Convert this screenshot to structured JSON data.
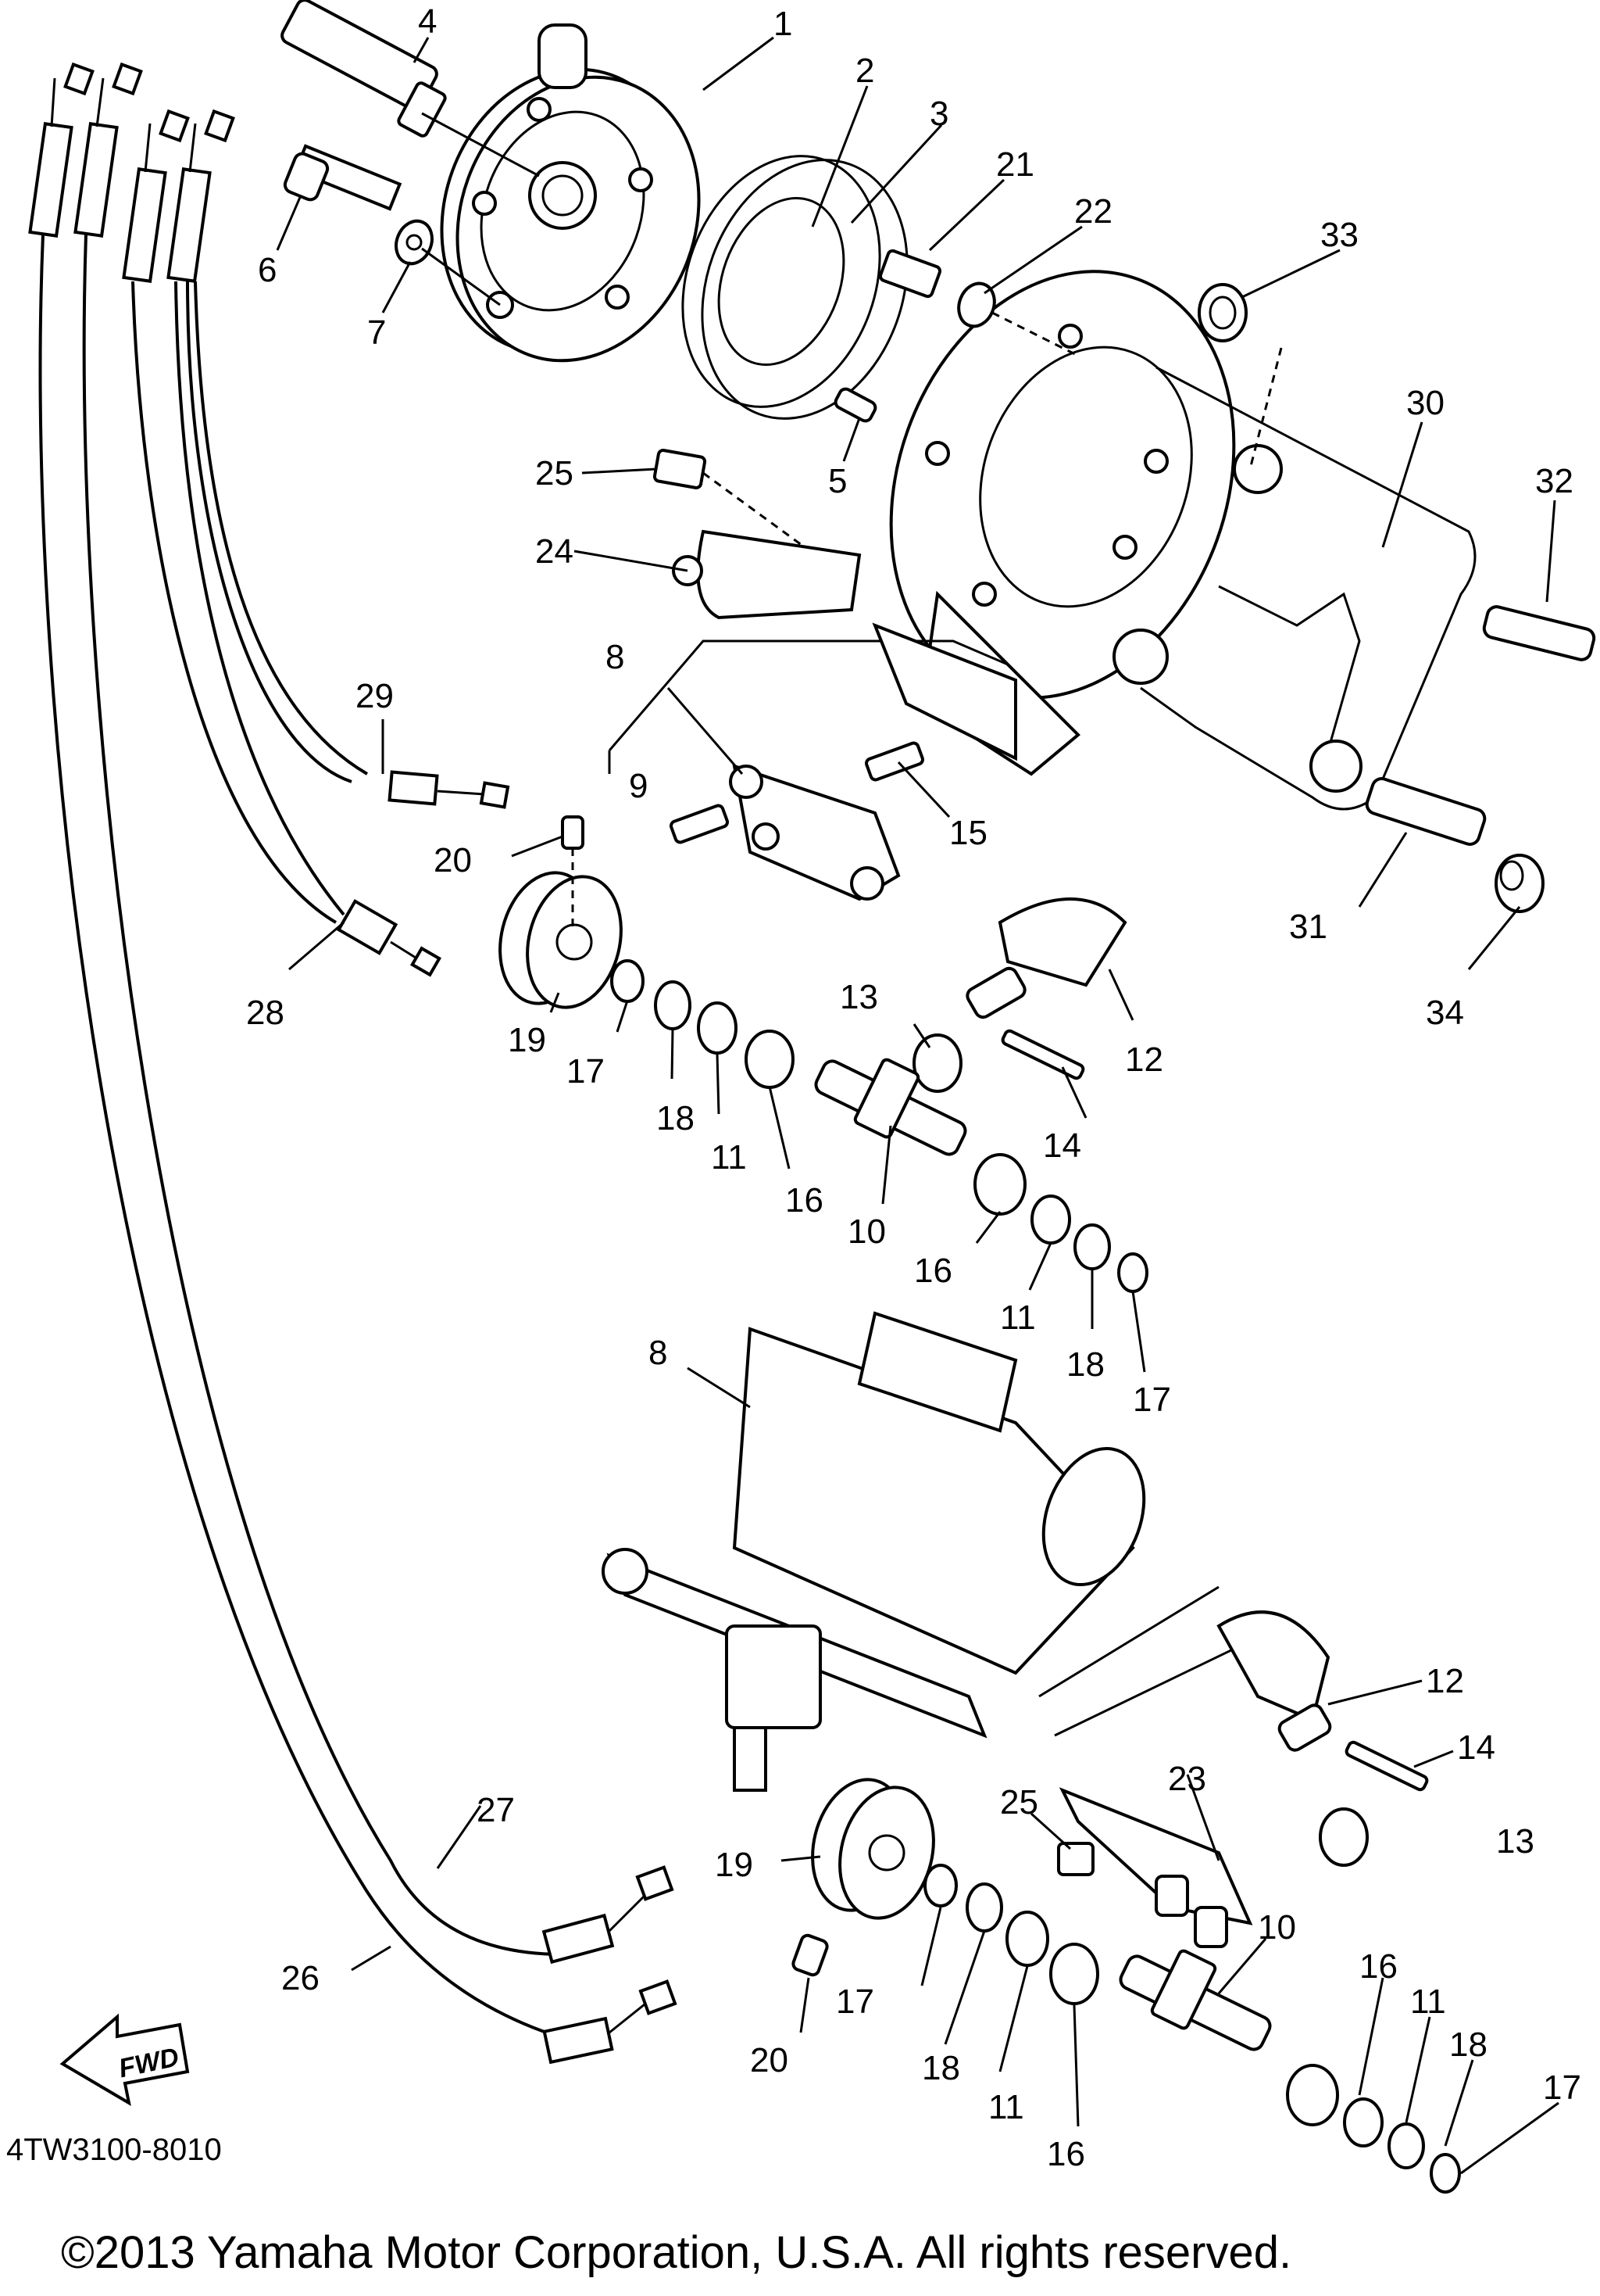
{
  "callouts": [
    {
      "n": "1"
    },
    {
      "n": "2"
    },
    {
      "n": "3"
    },
    {
      "n": "4"
    },
    {
      "n": "21"
    },
    {
      "n": "22"
    },
    {
      "n": "33"
    },
    {
      "n": "6"
    },
    {
      "n": "7"
    },
    {
      "n": "30"
    },
    {
      "n": "32"
    },
    {
      "n": "5"
    },
    {
      "n": "25"
    },
    {
      "n": "24"
    },
    {
      "n": "8"
    },
    {
      "n": "9"
    },
    {
      "n": "15"
    },
    {
      "n": "29"
    },
    {
      "n": "20"
    },
    {
      "n": "31"
    },
    {
      "n": "34"
    },
    {
      "n": "28"
    },
    {
      "n": "19"
    },
    {
      "n": "17"
    },
    {
      "n": "18"
    },
    {
      "n": "11"
    },
    {
      "n": "16"
    },
    {
      "n": "13"
    },
    {
      "n": "12"
    },
    {
      "n": "14"
    },
    {
      "n": "10"
    },
    {
      "n": "16"
    },
    {
      "n": "11"
    },
    {
      "n": "18"
    },
    {
      "n": "17"
    },
    {
      "n": "8"
    },
    {
      "n": "12"
    },
    {
      "n": "14"
    },
    {
      "n": "13"
    },
    {
      "n": "23"
    },
    {
      "n": "25"
    },
    {
      "n": "27"
    },
    {
      "n": "19"
    },
    {
      "n": "26"
    },
    {
      "n": "17"
    },
    {
      "n": "10"
    },
    {
      "n": "16"
    },
    {
      "n": "11"
    },
    {
      "n": "18"
    },
    {
      "n": "17"
    },
    {
      "n": "20"
    },
    {
      "n": "18"
    },
    {
      "n": "11"
    },
    {
      "n": "16"
    }
  ],
  "fwd_label": "FWD",
  "diagram_code": "4TW3100-8010",
  "copyright": "©2013 Yamaha Motor Corporation, U.S.A. All rights reserved."
}
